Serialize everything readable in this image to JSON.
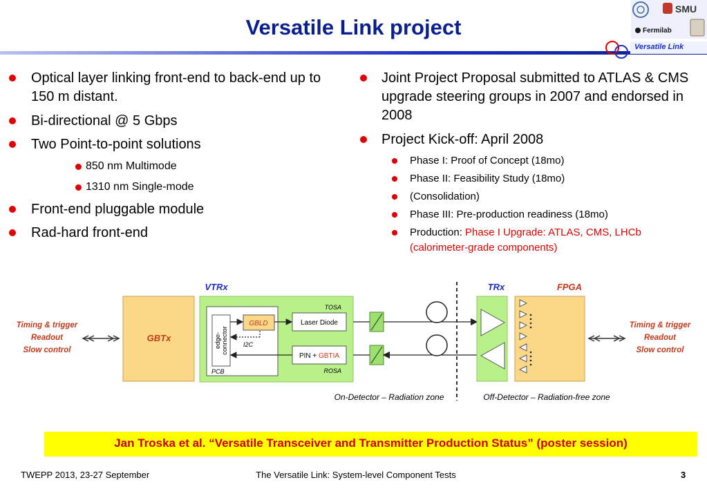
{
  "title": "Versatile Link project",
  "logos": {
    "smu": "SMU",
    "fermilab": "Fermilab",
    "tag": "Versatile Link"
  },
  "left_bullets": [
    {
      "text": "Optical layer linking front-end to back-end up to 150 m distant."
    },
    {
      "text": "Bi-directional @ 5 Gbps"
    },
    {
      "text": "Two Point-to-point solutions"
    },
    {
      "text": "850 nm Multimode",
      "sub": true
    },
    {
      "text": "1310 nm Single-mode",
      "sub": true
    },
    {
      "text": "Front-end pluggable module"
    },
    {
      "text": "Rad-hard front-end"
    }
  ],
  "right_bullets": {
    "b1": "Joint Project Proposal submitted to ATLAS & CMS upgrade steering groups in 2007 and endorsed in 2008",
    "b2": "Project Kick-off:  April 2008",
    "phase1": "Phase I: Proof of Concept (18mo)",
    "phase2": "Phase II: Feasibility Study (18mo)",
    "consolidation": "(Consolidation)",
    "phase3": "Phase III: Pre-production readiness (18mo)",
    "production_prefix": "Production: ",
    "production_line1": "Phase I Upgrade: ATLAS, CMS, LHCb",
    "production_line2": "(calorimeter-grade components)"
  },
  "diagram": {
    "vtrx": "VTRx",
    "trx": "TRx",
    "fpga": "FPGA",
    "gbtx": "GBTx",
    "left_side": [
      "Timing & trigger",
      "Readout",
      "Slow control"
    ],
    "right_side": [
      "Timing & trigger",
      "Readout",
      "Slow control"
    ],
    "edge1": "edge-",
    "edge2": "connector",
    "gbld": "GBLD",
    "laser": "Laser Diode",
    "pin": "PIN + ",
    "gbtia": "GBTIA",
    "tosa": "TOSA",
    "rosa": "ROSA",
    "i2c": "I2C",
    "pcb": "PCB",
    "on_detector": "On-Detector – Radiation zone",
    "off_detector": "Off-Detector – Radiation-free zone",
    "colors": {
      "module_green": "#b8f08a",
      "module_green_border": "#8cc85a",
      "gbtx_fill": "#fbd888",
      "label_red": "#c43a1a",
      "label_blue": "#1d2fc4"
    }
  },
  "reference": "Jan Troska et al. “Versatile Transceiver and Transmitter Production Status” (poster session)",
  "footer": {
    "left": "TWEPP 2013, 23-27 September",
    "center": "The Versatile Link: System-level Component Tests",
    "page": "3"
  }
}
